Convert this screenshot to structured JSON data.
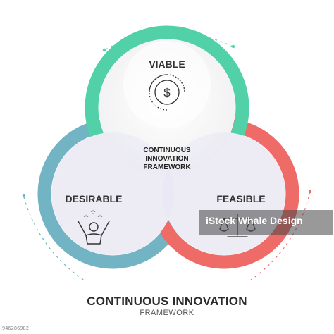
{
  "title": "CONTINUOUS INNOVATION",
  "subtitle": "FRAMEWORK",
  "center": {
    "line1": "CONTINUOUS",
    "line2": "INNOVATION",
    "line3": "FRAMEWORK"
  },
  "circles": [
    {
      "id": "viable",
      "label": "VIABLE",
      "icon": "dollar-coin-icon",
      "color": "#52d1a8"
    },
    {
      "id": "desirable",
      "label": "DESIRABLE",
      "icon": "happy-person-stars-icon",
      "color": "#72b3c4"
    },
    {
      "id": "feasible",
      "label": "FEASIBLE",
      "icon": "balance-scale-icon",
      "color": "#ef6b68"
    }
  ],
  "watermark": "iStock Whale Design",
  "image_id": "946286982"
}
